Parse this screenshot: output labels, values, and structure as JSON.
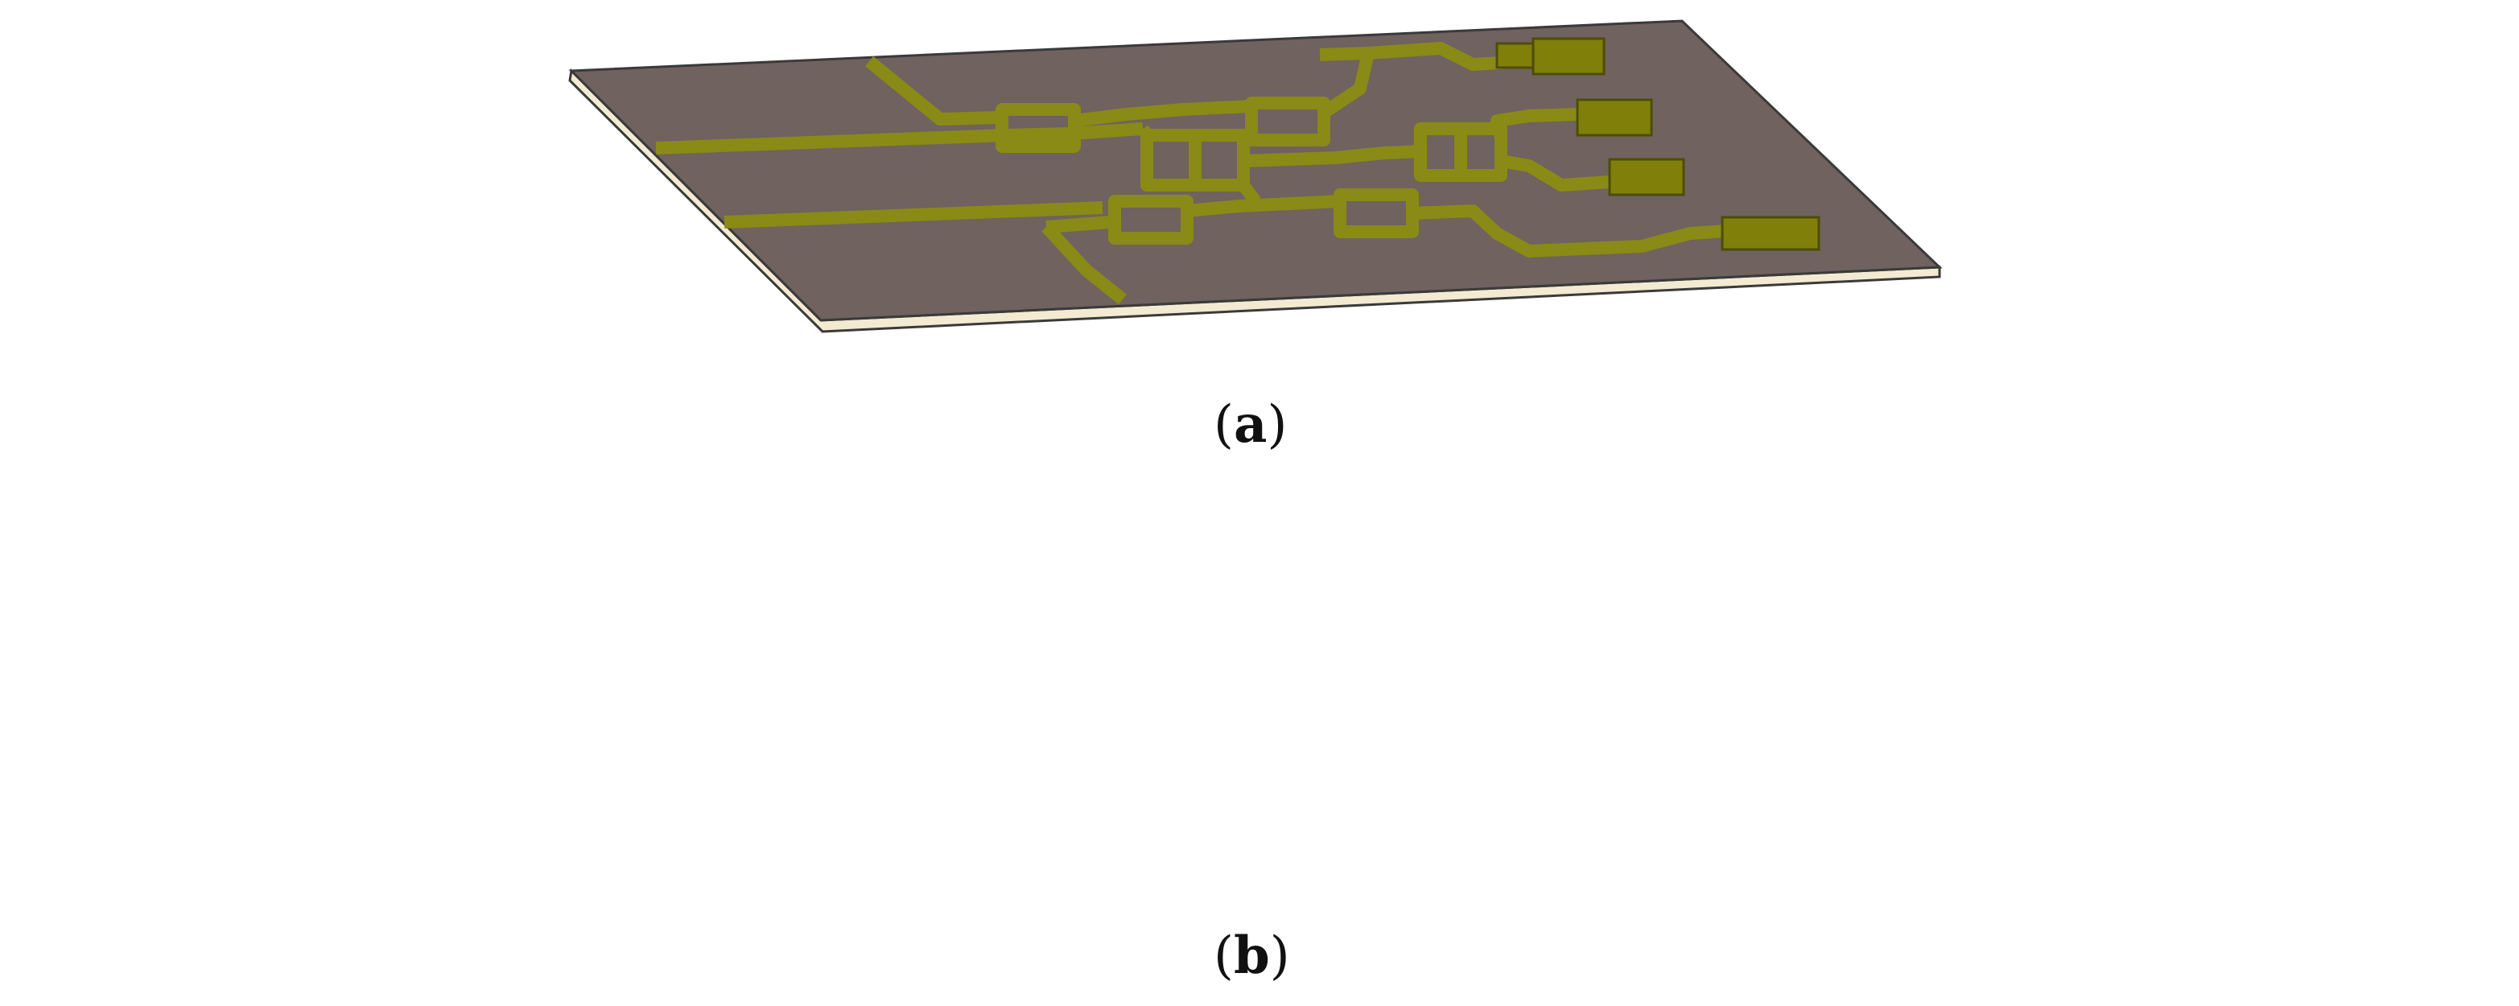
{
  "captions": {
    "a_open": "(",
    "a_letter": "a",
    "a_close": ")",
    "b_open": "(",
    "b_letter": "b",
    "b_close": ")"
  },
  "colors": {
    "substrate_top": "#6f625f",
    "substrate_side": "#f3ead2",
    "substrate_dark": "#5a5452",
    "trace": "#8a8a16",
    "trace_edge": "#4d4d08",
    "coupled_region": "#878a6a",
    "coupled_edge": "#2a2a1a",
    "via": "#1a1a12",
    "background": "#ffffff"
  },
  "icons": [
    "pcb-board-a",
    "pcb-board-b"
  ]
}
